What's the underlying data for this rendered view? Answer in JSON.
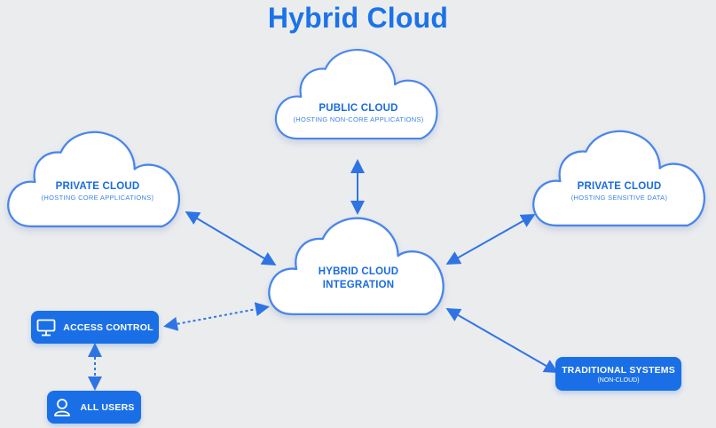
{
  "title": "Hybrid Cloud",
  "clouds": {
    "public": {
      "main": "PUBLIC CLOUD",
      "sub": "(HOSTING NON-CORE APPLICATIONS)"
    },
    "private_left": {
      "main": "PRIVATE CLOUD",
      "sub": "(HOSTING CORE APPLICATIONS)"
    },
    "private_right": {
      "main": "PRIVATE CLOUD",
      "sub": "(HOSTING SENSITIVE DATA)"
    },
    "hybrid": {
      "main1": "HYBRID CLOUD",
      "main2": "INTEGRATION"
    }
  },
  "pills": {
    "access_control": "ACCESS CONTROL",
    "all_users": "ALL USERS",
    "traditional_main": "TRADITIONAL SYSTEMS",
    "traditional_sub": "(NON-CLOUD)"
  },
  "colors": {
    "accent": "#1a6fe6",
    "background": "#ebecee",
    "cloud_fill": "#ffffff",
    "arrow": "#2f74e4"
  },
  "icons": [
    "monitor-icon",
    "user-icon"
  ]
}
